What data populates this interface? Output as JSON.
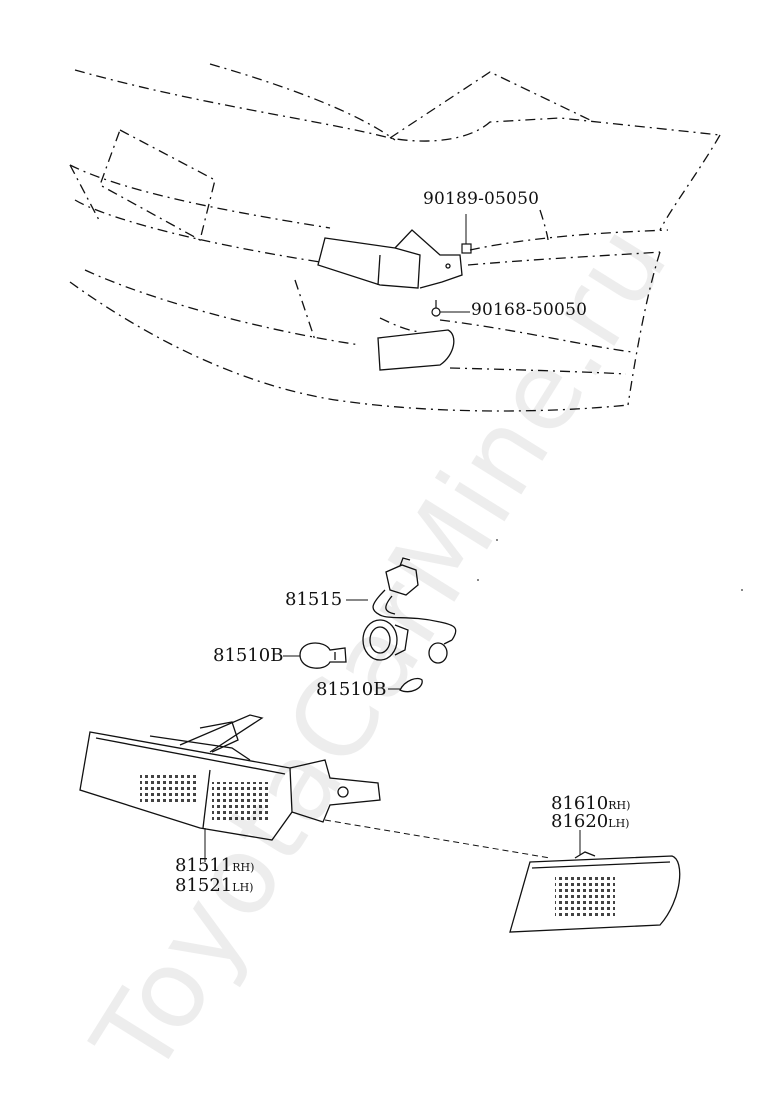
{
  "watermark": "ToyotaCarMine.ru",
  "labels": {
    "p1": "90189-05050",
    "p2": "90168-50050",
    "p3": "81515",
    "p4": "81510B",
    "p5": "81510B",
    "p6a": "81511",
    "p6a_sfx": "RH)",
    "p6b": "81521",
    "p6b_sfx": "LH)",
    "p7a": "81610",
    "p7a_sfx": "RH)",
    "p7b": "81620",
    "p7b_sfx": "LH)"
  }
}
